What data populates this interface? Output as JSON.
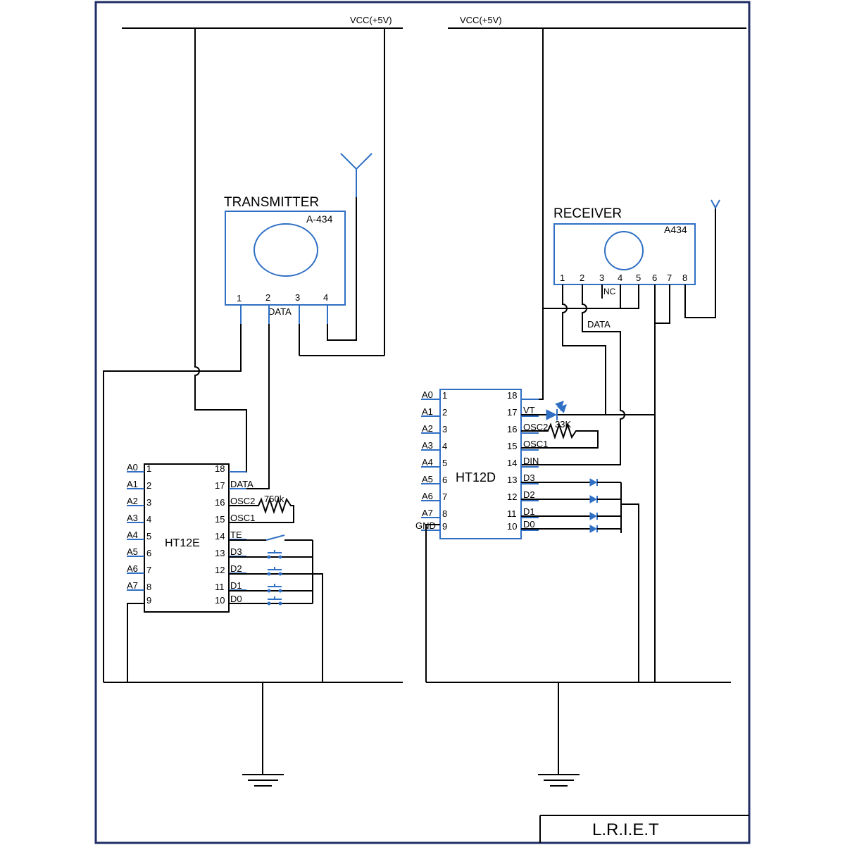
{
  "supply": {
    "tx_vcc": "VCC(+5V)",
    "rx_vcc": "VCC(+5V)"
  },
  "transmitter_module": {
    "title": "TRANSMITTER",
    "model": "A-434",
    "pins": [
      "1",
      "2",
      "3",
      "4"
    ],
    "data_label": "DATA"
  },
  "receiver_module": {
    "title": "RECEIVER",
    "model": "A434",
    "pins": [
      "1",
      "2",
      "3",
      "4",
      "5",
      "6",
      "7",
      "8"
    ],
    "nc_label": "NC",
    "data_label": "DATA"
  },
  "encoder": {
    "name": "HT12E",
    "left_labels": [
      "A0",
      "A1",
      "A2",
      "A3",
      "A4",
      "A5",
      "A6",
      "A7"
    ],
    "left_pins": [
      "1",
      "2",
      "3",
      "4",
      "5",
      "6",
      "7",
      "8",
      "9"
    ],
    "right_pins": [
      "18",
      "17",
      "16",
      "15",
      "14",
      "13",
      "12",
      "11",
      "10"
    ],
    "right_labels": [
      "",
      "DATA",
      "OSC2",
      "OSC1",
      "TE",
      "D3",
      "D2",
      "D1",
      "D0"
    ],
    "resistor": "750k"
  },
  "decoder": {
    "name": "HT12D",
    "left_labels": [
      "A0",
      "A1",
      "A2",
      "A3",
      "A4",
      "A5",
      "A6",
      "A7",
      "GND"
    ],
    "left_pins": [
      "1",
      "2",
      "3",
      "4",
      "5",
      "6",
      "7",
      "8",
      "9"
    ],
    "right_pins": [
      "18",
      "17",
      "16",
      "15",
      "14",
      "13",
      "12",
      "11",
      "10"
    ],
    "right_labels": [
      "",
      "VT",
      "OSC2",
      "OSC1",
      "DIN",
      "D3",
      "D2",
      "D1",
      "D0"
    ],
    "resistor": "33K"
  },
  "title_block": "L.R.I.E.T"
}
